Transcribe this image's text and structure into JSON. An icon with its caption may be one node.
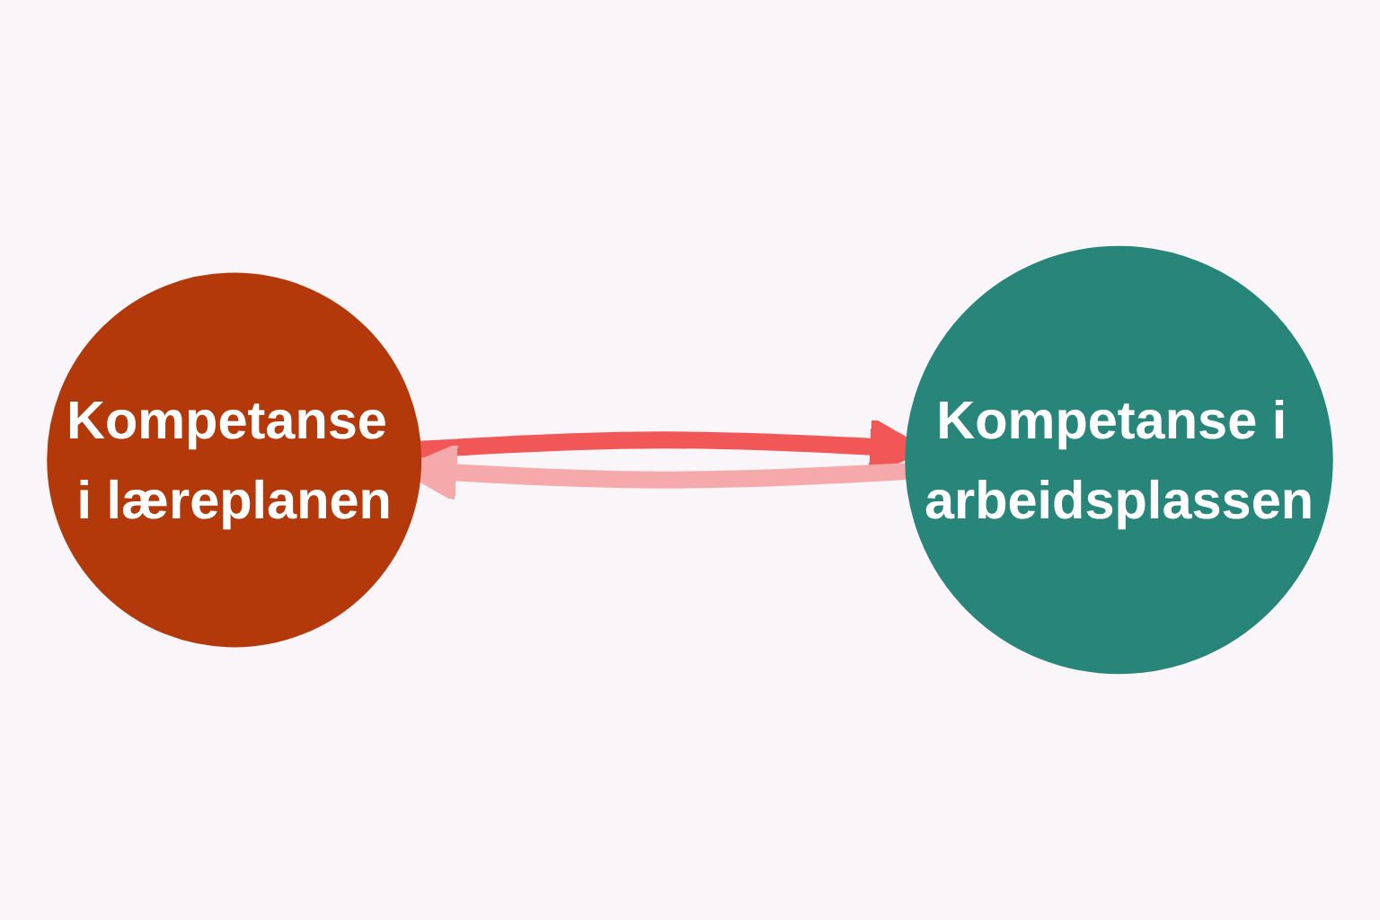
{
  "diagram": {
    "nodes": [
      {
        "text": [
          "Kompetanse i læreplanen"
        ]
      },
      {
        "text": [
          "Kompetanse i arbeidsplassen"
        ]
      }
    ],
    "edges": [
      {
        "from": 0,
        "to": 1,
        "arrow": "to",
        "color": "#f25757"
      },
      {
        "from": 1,
        "to": 0,
        "arrow": "to",
        "color": "#f6a9ab"
      }
    ]
  }
}
